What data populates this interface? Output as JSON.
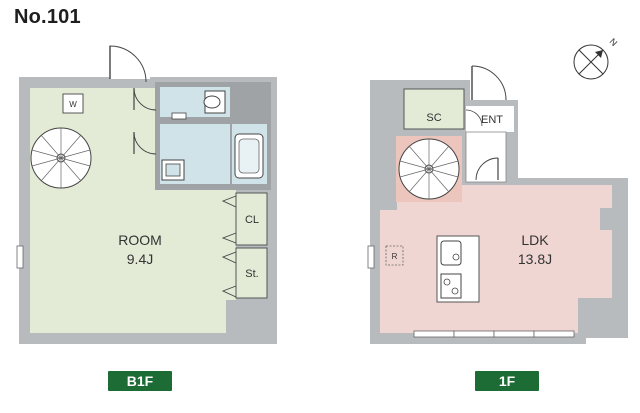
{
  "unit_title": "No.101",
  "b1f": {
    "badge": "B1F",
    "room_name": "ROOM",
    "room_area": "9.4J",
    "closet": "CL",
    "storage": "St.",
    "washer_mark": "W"
  },
  "f1": {
    "badge": "1F",
    "ldk_name": "LDK",
    "ldk_area": "13.8J",
    "shoe_closet": "SC",
    "entrance": "ENT",
    "fridge_mark": "R"
  },
  "colors": {
    "wall": "#b8bbbe",
    "room_green": "#e3ebd7",
    "ldk_pink": "#f0d6d2",
    "bath_blue": "#cfe3e8",
    "stair_pink": "#ecc6bd",
    "badge_green": "#1d6b35"
  },
  "icons": [
    "compass-north-icon",
    "door-swing-icon",
    "toilet-icon",
    "bathtub-icon",
    "washbasin-icon",
    "spiral-stair-icon",
    "kitchen-sink-icon",
    "stove-icon"
  ]
}
